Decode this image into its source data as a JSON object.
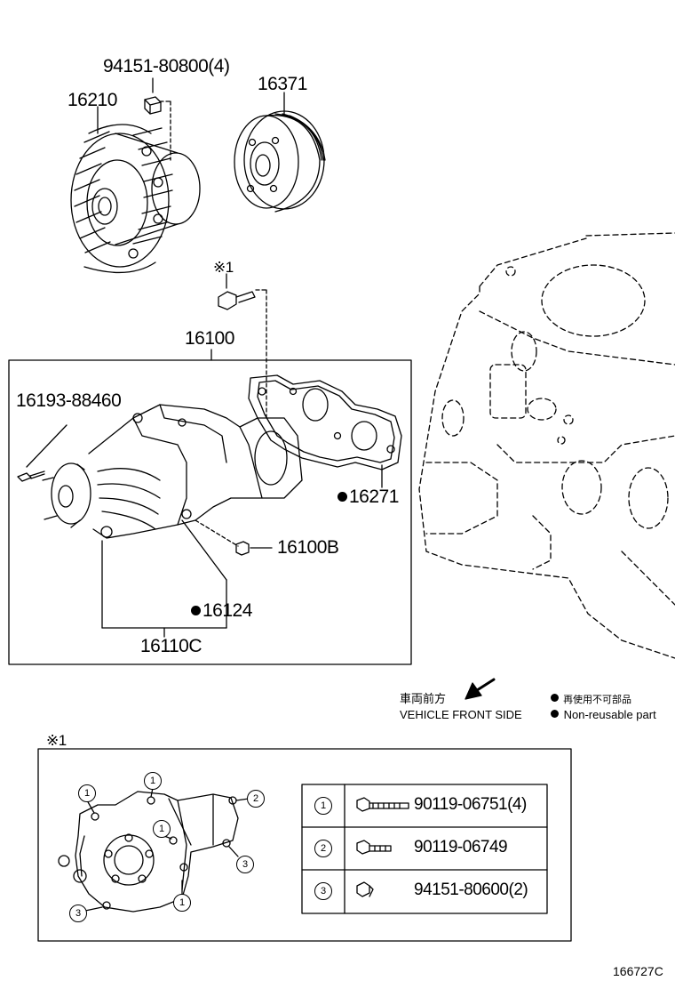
{
  "parts": {
    "bolt_fan": "94151-80800(4)",
    "fan_clutch": "16210",
    "pulley": "16371",
    "ref_note_top": "※1",
    "pump_assy": "16100",
    "stud_bolt": "16193-88460",
    "gasket_a": "16271",
    "plug": "16100B",
    "gasket_b": "16124",
    "pump_sub": "16110C"
  },
  "front_side": {
    "japanese": "車両前方",
    "english": "VEHICLE FRONT SIDE"
  },
  "legend": {
    "japanese": "再使用不可部品",
    "english": "Non-reusable part"
  },
  "detail": {
    "ref_note": "※1",
    "circles": [
      "1",
      "1",
      "1",
      "1",
      "1",
      "2",
      "3",
      "3"
    ],
    "table": [
      {
        "key": "1",
        "part": "90119-06751(4)"
      },
      {
        "key": "2",
        "part": "90119-06749"
      },
      {
        "key": "3",
        "part": "94151-80600(2)"
      }
    ]
  },
  "figure_id": "166727C"
}
